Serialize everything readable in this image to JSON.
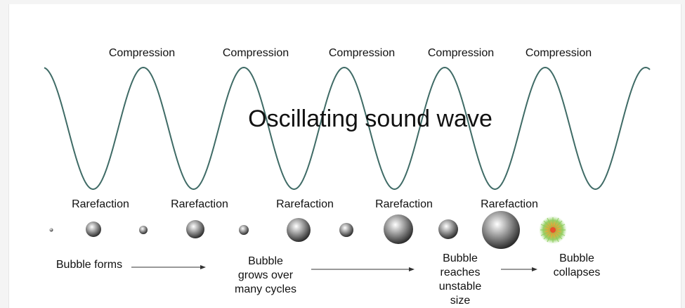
{
  "title": "Oscillating sound wave",
  "labels": {
    "compression": [
      "Compression",
      "Compression",
      "Compression",
      "Compression",
      "Compression"
    ],
    "rarefaction": [
      "Rarefaction",
      "Rarefaction",
      "Rarefaction",
      "Rarefaction",
      "Rarefaction"
    ]
  },
  "stages": [
    {
      "lines": [
        "Bubble forms"
      ]
    },
    {
      "lines": [
        "Bubble",
        "grows over",
        "many cycles"
      ]
    },
    {
      "lines": [
        "Bubble",
        "reaches",
        "unstable",
        "size"
      ]
    },
    {
      "lines": [
        "Bubble",
        "collapses"
      ]
    }
  ],
  "colors": {
    "wave": "#3f6b66",
    "arrow": "#333333",
    "bubble_light": "#ffffff",
    "bubble_dark": "#1a1a1a",
    "collapse_center": "#e8502a",
    "collapse_outer": "#7cc24a"
  }
}
